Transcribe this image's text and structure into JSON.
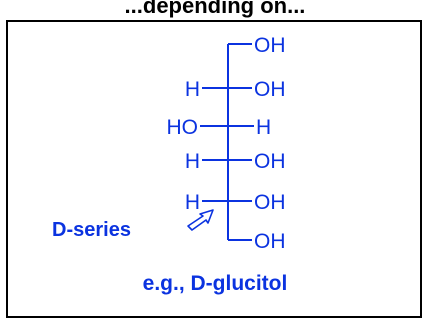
{
  "heading": "...depending on...",
  "fischer": {
    "top_group": "OH",
    "rows": [
      {
        "left": "H",
        "right": "OH"
      },
      {
        "left": "HO",
        "right": "H"
      },
      {
        "left": "H",
        "right": "OH"
      },
      {
        "left": "H",
        "right": "OH"
      }
    ],
    "bottom_group": "OH"
  },
  "series_label": "D-series",
  "example_label": "e.g., D-glucitol",
  "colors": {
    "structure": "#0B33E0",
    "frame": "#000000",
    "heading": "#000000"
  },
  "icons": {
    "pointer": "hollow-arrow-icon"
  }
}
